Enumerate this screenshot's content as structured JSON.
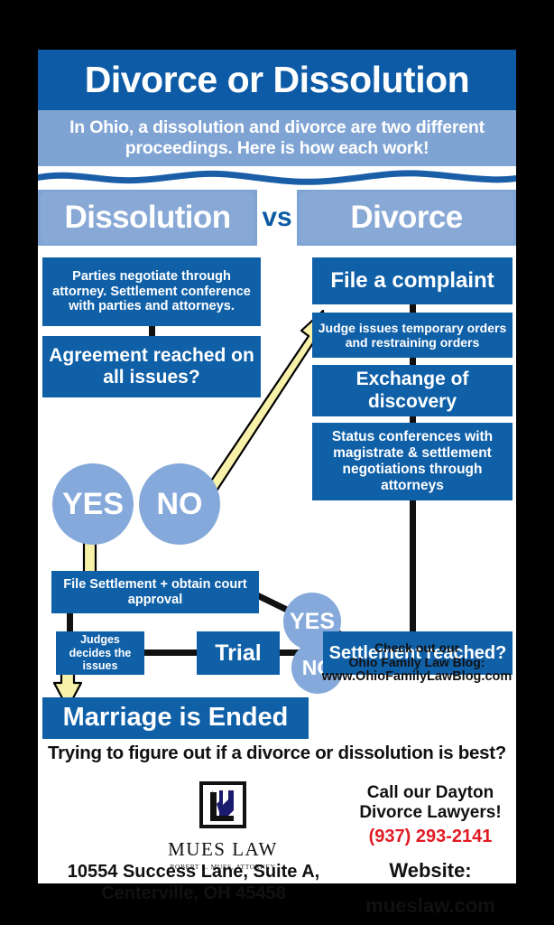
{
  "poster": {
    "title": "Divorce or Dissolution",
    "subtitle": "In Ohio, a dissolution and divorce are two different proceedings. Here is how each work!"
  },
  "compare": {
    "left_label": "Dissolution",
    "vs_label": "vs",
    "right_label": "Divorce"
  },
  "dissolution_flow": {
    "negotiate": "Parties negotiate through attorney. Settlement conference with parties and attorneys.",
    "agreement": "Agreement reached on all issues?",
    "yes": "YES",
    "no": "NO",
    "settlement": "File Settlement + obtain court approval",
    "judges_decides": "Judges decides the issues",
    "trial": "Trial",
    "marriage_ended": "Marriage is Ended"
  },
  "divorce_flow": {
    "file_complaint": "File a complaint",
    "temporary_orders": "Judge issues temporary orders and restraining orders",
    "discovery": "Exchange of discovery",
    "status_conferences": "Status conferences with magistrate & settlement negotiations through attorneys",
    "settlement_reached": "Settlement reached?",
    "yes": "YES",
    "no": "NO"
  },
  "blog": {
    "line1": "Check out our",
    "line2": "Ohio Family Law Blog:",
    "url": "www.OhioFamilyLawBlog.com"
  },
  "cta": {
    "question": "Trying to figure out if a divorce or dissolution is best?"
  },
  "firm": {
    "logo_name": "MUES LAW",
    "logo_sub": "ROBERT L. MUES, ATTORNEY",
    "address_line1": "10554 Success Lane, Suite A,",
    "address_line2": "Centerville, OH 45458",
    "call_line1": "Call our Dayton",
    "call_line2": "Divorce Lawyers!",
    "phone": "(937) 293-2141",
    "website_label": "Website:",
    "website": "mueslaw.com"
  },
  "colors": {
    "dark_blue": "#0d5ba6",
    "box_blue": "#1060a8",
    "light_blue": "#7fa4d4",
    "circle_blue": "#85a9da",
    "arrow_yellow": "#f5f0a8",
    "phone_red": "#e01b24"
  }
}
